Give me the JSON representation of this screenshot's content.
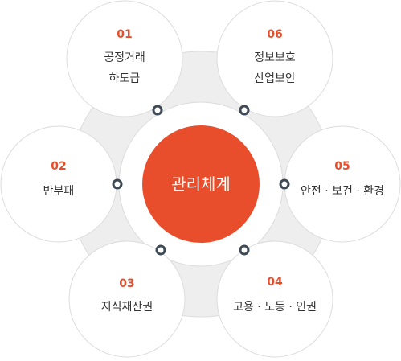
{
  "center": {
    "label": "관리체계",
    "color": "#e94e2c"
  },
  "items": [
    {
      "number": "01",
      "lines": [
        "공정거래",
        "하도급"
      ]
    },
    {
      "number": "06",
      "lines": [
        "정보보호",
        "산업보안"
      ]
    },
    {
      "number": "02",
      "lines": [
        "반부패"
      ]
    },
    {
      "number": "05",
      "lines": [
        "안전 · 보건 · 환경"
      ]
    },
    {
      "number": "03",
      "lines": [
        "지식재산권"
      ]
    },
    {
      "number": "04",
      "lines": [
        "고용 · 노동 · 인권"
      ]
    }
  ],
  "colors": {
    "accent": "#e94e2c",
    "ring": "#eeeeee",
    "border": "#dcdcdc",
    "connector": "#3d4a55"
  }
}
